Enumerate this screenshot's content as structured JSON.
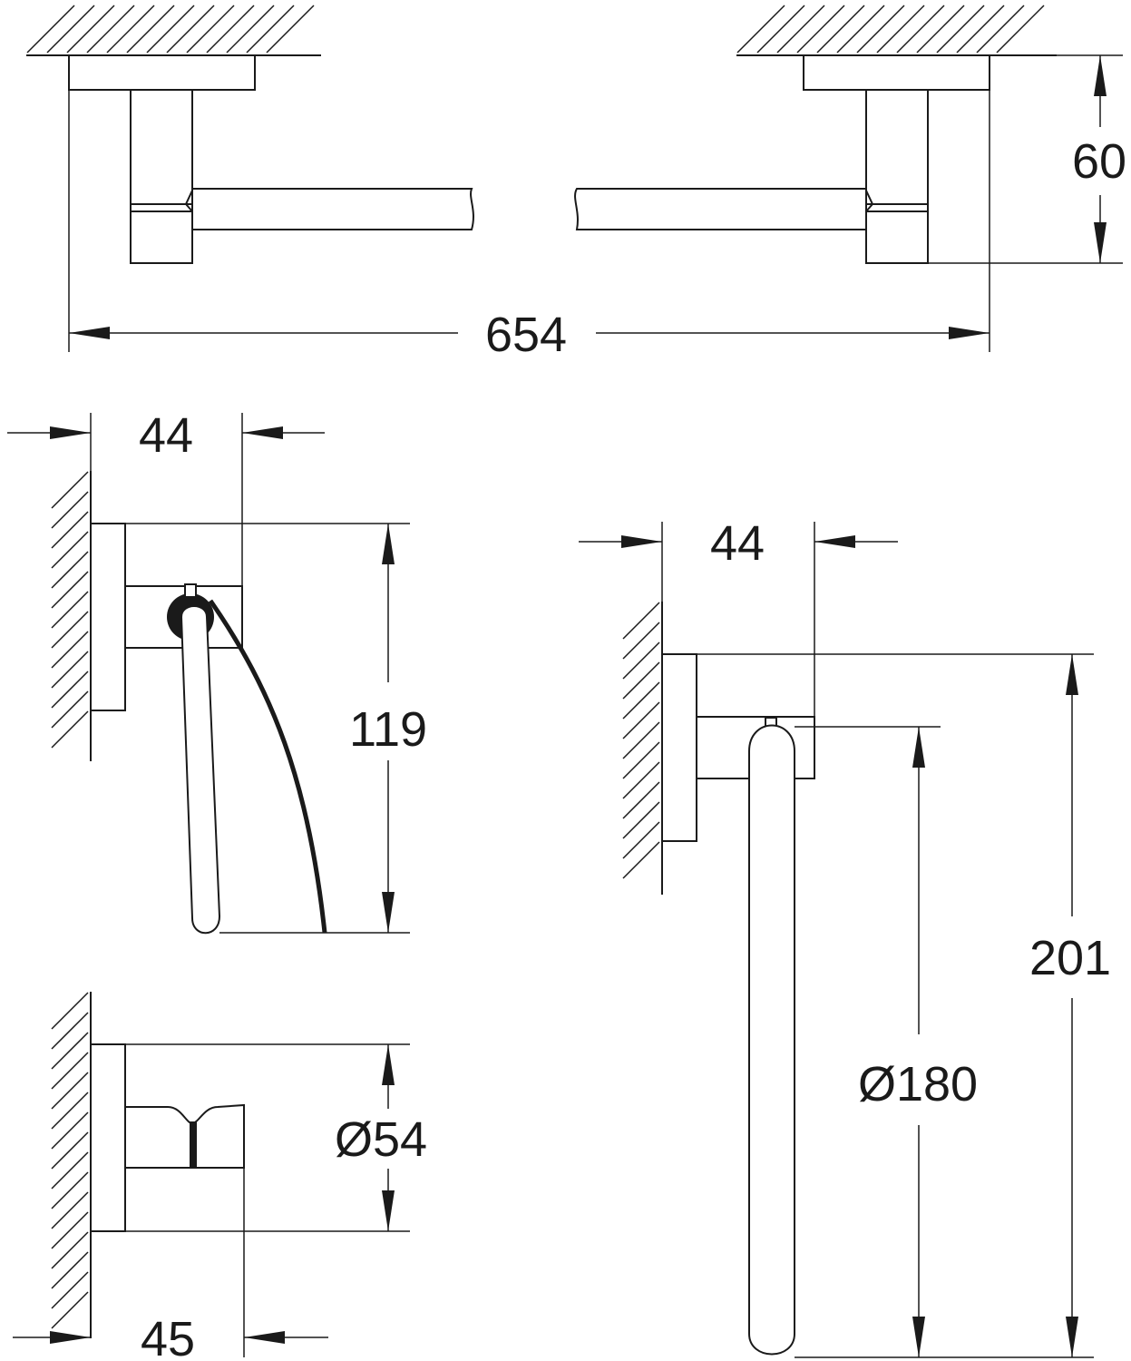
{
  "dimensions": {
    "towel_bar_length": "654",
    "towel_bar_projection": "60",
    "paper_holder_projection": "44",
    "paper_holder_height": "119",
    "ring_projection": "44",
    "ring_height": "201",
    "ring_diameter": "Ø180",
    "hook_diameter": "Ø54",
    "hook_projection": "45"
  },
  "colors": {
    "line": "#1a1a1a",
    "background": "#ffffff"
  }
}
